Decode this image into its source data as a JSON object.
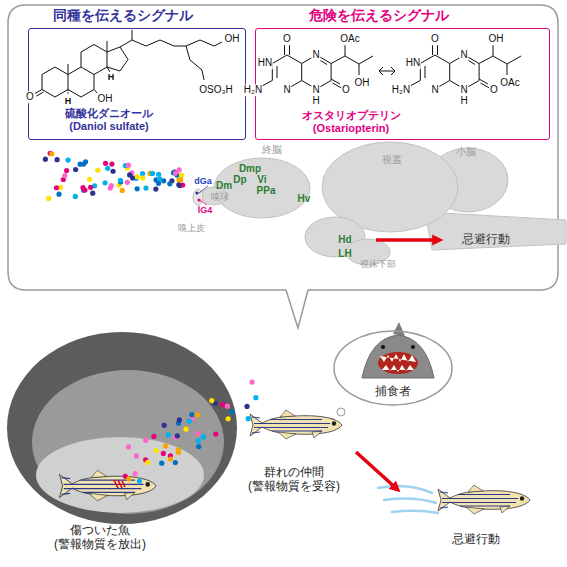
{
  "diagram": {
    "nodes": [
      {
        "text": [
          "同種を伝えるシグナル",
          "硫酸化ダニオール (Daniol sulfate)"
        ]
      },
      {
        "text": [
          "危険を伝えるシグナル",
          "オスタリオプテリン (Ostariopterin)"
        ]
      },
      {
        "text": [
          "捕食者"
        ]
      }
    ],
    "labels": [
      "OH",
      "OSO₃H",
      "O",
      "H",
      "H",
      "OH",
      "O",
      "HN",
      "N",
      "H₂N",
      "N",
      "N",
      "H",
      "O",
      "OAc",
      "OH",
      "O",
      "HN",
      "N",
      "H₂N",
      "N",
      "N",
      "H",
      "O",
      "OH",
      "OAc",
      "終脳",
      "Dmp",
      "Dp",
      "Vi",
      "PPa",
      "Dm",
      "Hv",
      "視蓋",
      "小脳",
      "dGa",
      "嗅球",
      "lG4",
      "嗅上皮",
      "Hd",
      "LH",
      "視床下部",
      "忌避行動",
      "傷ついた魚 (警報物質を放出)",
      "群れの仲間 (警報物質を受容)",
      "忌避行動"
    ]
  }
}
